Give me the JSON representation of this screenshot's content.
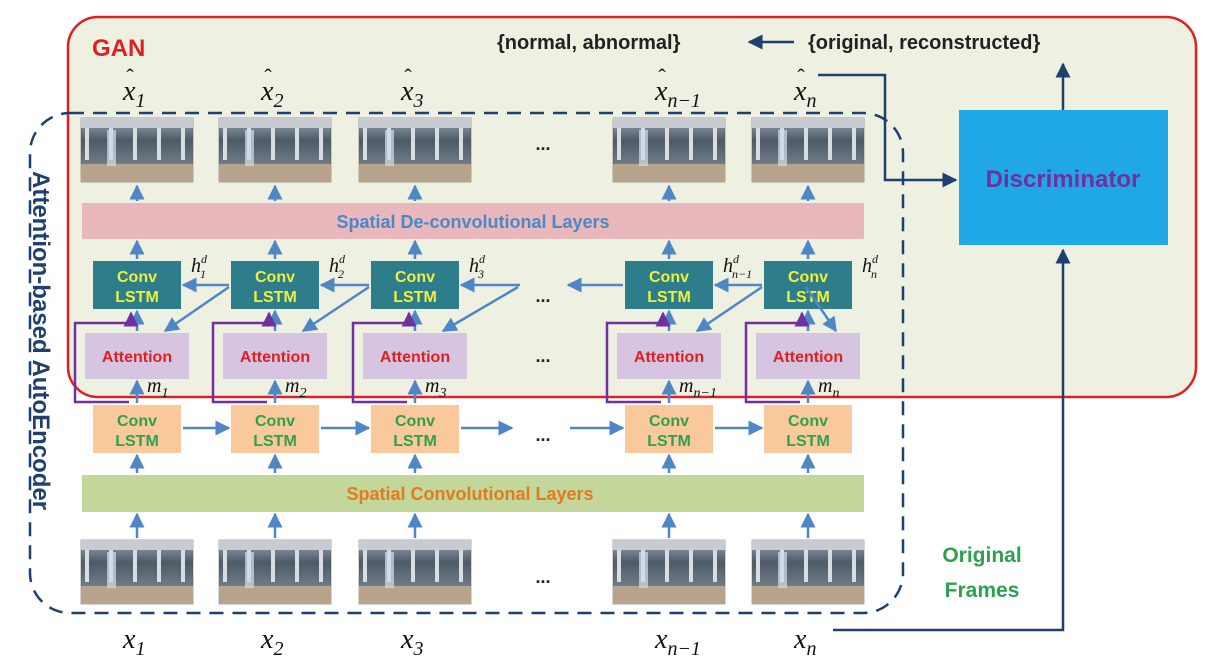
{
  "colors": {
    "gan_border": "#e02020",
    "gan_fill": "#eef0e2",
    "autoencoder_border": "#1f3f6e",
    "arrow_blue": "#4f86c6",
    "arrow_purple": "#7030a0",
    "deconv_fill": "#e8b8bd",
    "conv_fill": "#c3d79b",
    "decoder_lstm_fill": "#2e7d8a",
    "encoder_lstm_fill": "#f9c89b",
    "attention_fill": "#d6c4e0",
    "discriminator_fill": "#1fa7e6",
    "discriminator_text": "#7030a0"
  },
  "labels": {
    "gan": "GAN",
    "autoencoder": "Attention-based AutoEncoder",
    "normal_abnormal": "{normal, abnormal}",
    "original_reconstructed": "{original, reconstructed}",
    "discriminator": "Discriminator",
    "original_frames_line1": "Original",
    "original_frames_line2": "Frames",
    "deconv_layers": "Spatial De-convolutional Layers",
    "conv_layers": "Spatial Convolutional Layers",
    "ellipsis": "..."
  },
  "decoder_lstm": {
    "line1": "Conv",
    "line2": "LSTM"
  },
  "encoder_lstm": {
    "line1": "Conv",
    "line2": "LSTM"
  },
  "attention": {
    "label": "Attention"
  },
  "outputs": [
    {
      "base": "x",
      "sub": "1"
    },
    {
      "base": "x",
      "sub": "2"
    },
    {
      "base": "x",
      "sub": "3"
    },
    {
      "base": "x",
      "sub": "n−1"
    },
    {
      "base": "x",
      "sub": "n"
    }
  ],
  "inputs": [
    {
      "base": "x",
      "sub": "1"
    },
    {
      "base": "x",
      "sub": "2"
    },
    {
      "base": "x",
      "sub": "3"
    },
    {
      "base": "x",
      "sub": "n−1"
    },
    {
      "base": "x",
      "sub": "n"
    }
  ],
  "hidden_states": [
    {
      "base": "h",
      "sub": "1",
      "sup": "d"
    },
    {
      "base": "h",
      "sub": "2",
      "sup": "d"
    },
    {
      "base": "h",
      "sub": "3",
      "sup": "d"
    },
    {
      "base": "h",
      "sub": "n−1",
      "sup": "d"
    },
    {
      "base": "h",
      "sub": "n",
      "sup": "d"
    }
  ],
  "memories": [
    {
      "base": "m",
      "sub": "1"
    },
    {
      "base": "m",
      "sub": "2"
    },
    {
      "base": "m",
      "sub": "3"
    },
    {
      "base": "m",
      "sub": "n−1"
    },
    {
      "base": "m",
      "sub": "n"
    }
  ]
}
